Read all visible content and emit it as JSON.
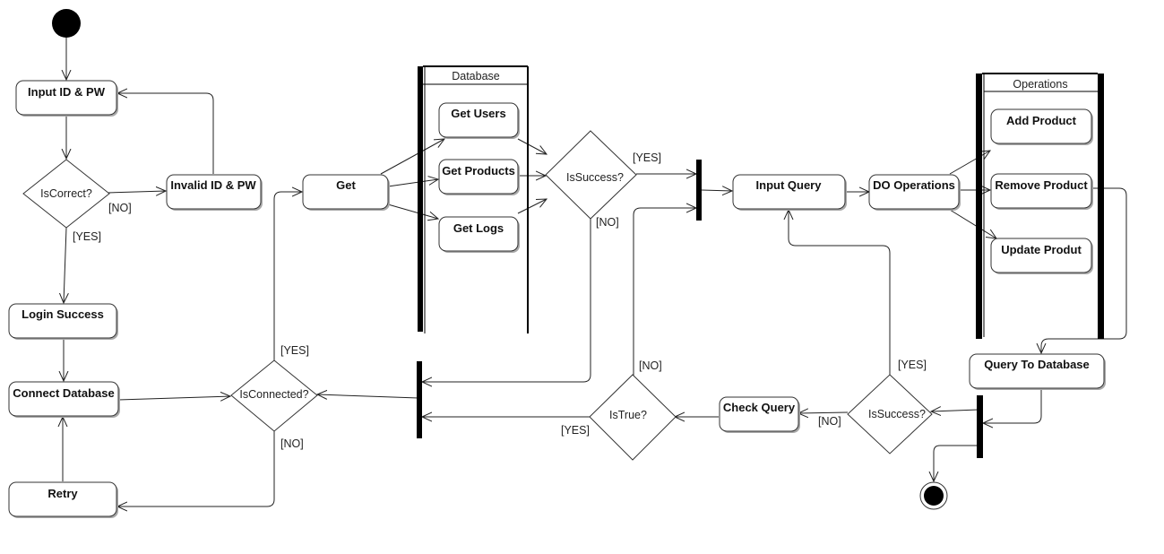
{
  "actions": {
    "input_id_pw": "Input ID & PW",
    "invalid_id_pw": "Invalid ID & PW",
    "login_success": "Login Success",
    "connect_database": "Connect Database",
    "retry": "Retry",
    "get": "Get",
    "get_users": "Get Users",
    "get_products": "Get Products",
    "get_logs": "Get Logs",
    "input_query": "Input Query",
    "do_operations": "DO Operations",
    "add_product": "Add Product",
    "remove_product": "Remove Product",
    "update_product": "Update Produt",
    "query_to_database": "Query To Database",
    "check_query": "Check Query"
  },
  "decisions": {
    "is_correct": "IsCorrect?",
    "is_connected": "IsConnected?",
    "is_success_top": "IsSuccess?",
    "is_true": "IsTrue?",
    "is_success_bottom": "IsSuccess?"
  },
  "lanes": {
    "database": "Database",
    "operations": "Operations"
  },
  "guards": {
    "is_correct_no": "[NO]",
    "is_correct_yes": "[YES]",
    "is_connected_yes": "[YES]",
    "is_connected_no": "[NO]",
    "is_success_top_yes": "[YES]",
    "is_success_top_no": "[NO]",
    "is_true_no": "[NO]",
    "is_true_yes": "[YES]",
    "is_success_bottom_yes": "[YES]",
    "is_success_bottom_no": "[NO]"
  }
}
